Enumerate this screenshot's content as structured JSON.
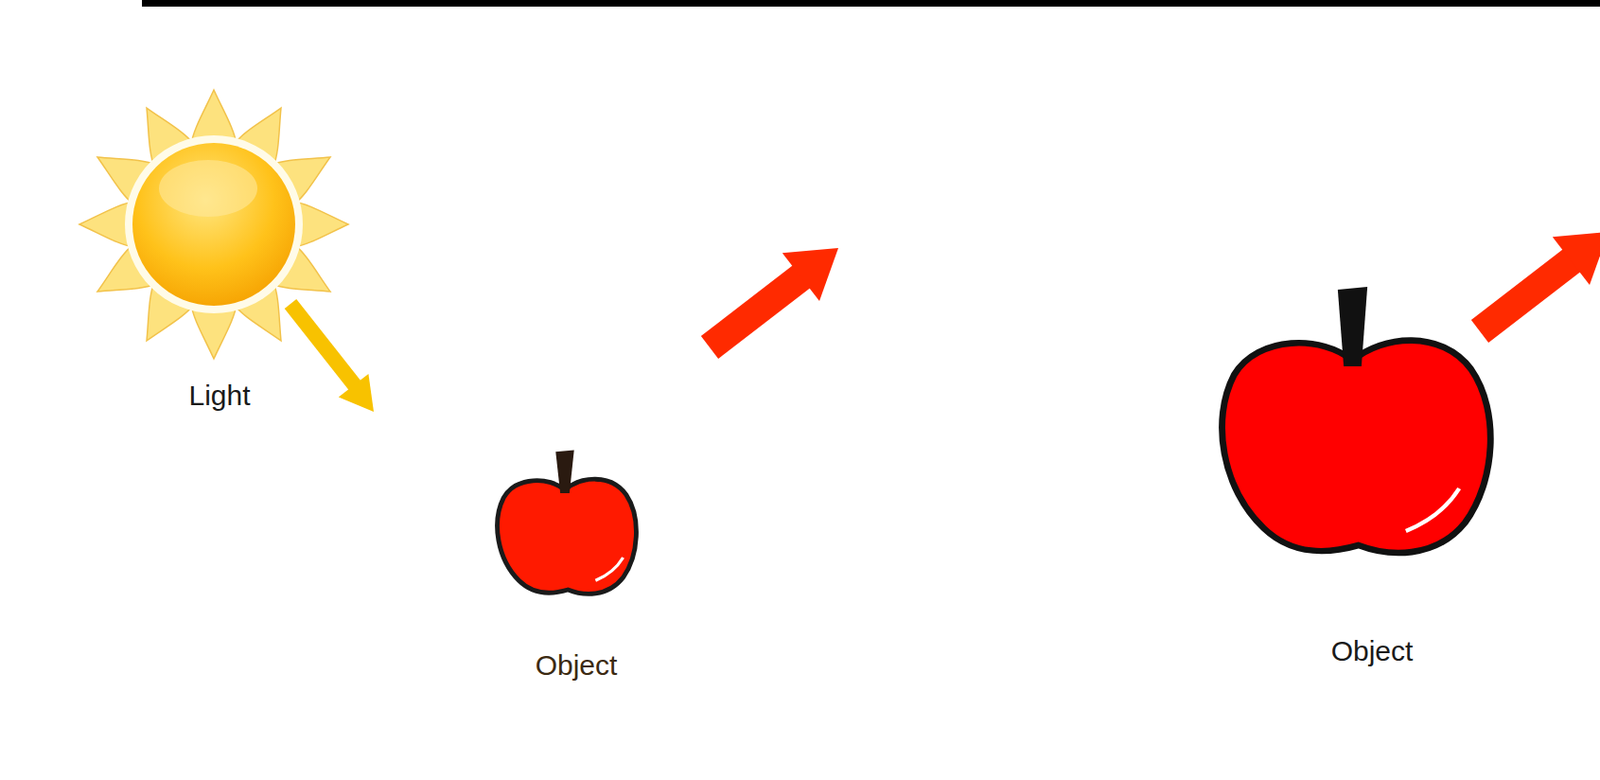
{
  "diagram": {
    "nodes": [
      {
        "text": [
          "Light"
        ]
      },
      {
        "text": [
          "Object"
        ],
        "in": 0
      }
    ],
    "labels": [
      "Object"
    ]
  }
}
